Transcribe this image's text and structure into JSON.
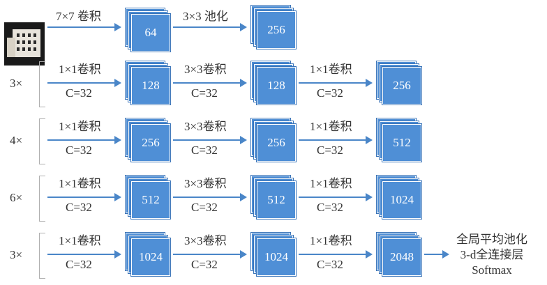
{
  "input": {
    "image_label": ""
  },
  "stem": {
    "conv_label": "7×7 卷积",
    "conv_out": "64",
    "pool_label": "3×3 池化",
    "pool_out": "256"
  },
  "stages": [
    {
      "repeat": "3×",
      "conv1": "1×1卷积",
      "c1": "C=32",
      "out1": "128",
      "conv2": "3×3卷积",
      "c2": "C=32",
      "out2": "128",
      "conv3": "1×1卷积",
      "c3": "C=32",
      "out3": "256"
    },
    {
      "repeat": "4×",
      "conv1": "1×1卷积",
      "c1": "C=32",
      "out1": "256",
      "conv2": "3×3卷积",
      "c2": "C=32",
      "out2": "256",
      "conv3": "1×1卷积",
      "c3": "C=32",
      "out3": "512"
    },
    {
      "repeat": "6×",
      "conv1": "1×1卷积",
      "c1": "C=32",
      "out1": "512",
      "conv2": "3×3卷积",
      "c2": "C=32",
      "out2": "512",
      "conv3": "1×1卷积",
      "c3": "C=32",
      "out3": "1024"
    },
    {
      "repeat": "3×",
      "conv1": "1×1卷积",
      "c1": "C=32",
      "out1": "1024",
      "conv2": "3×3卷积",
      "c2": "C=32",
      "out2": "1024",
      "conv3": "1×1卷积",
      "c3": "C=32",
      "out3": "2048"
    }
  ],
  "output": {
    "line1": "全局平均池化",
    "line2": "3-d全连接层",
    "line3": "Softmax"
  },
  "colors": {
    "block": "#4f8fd6",
    "arrow": "#4a86c8"
  }
}
